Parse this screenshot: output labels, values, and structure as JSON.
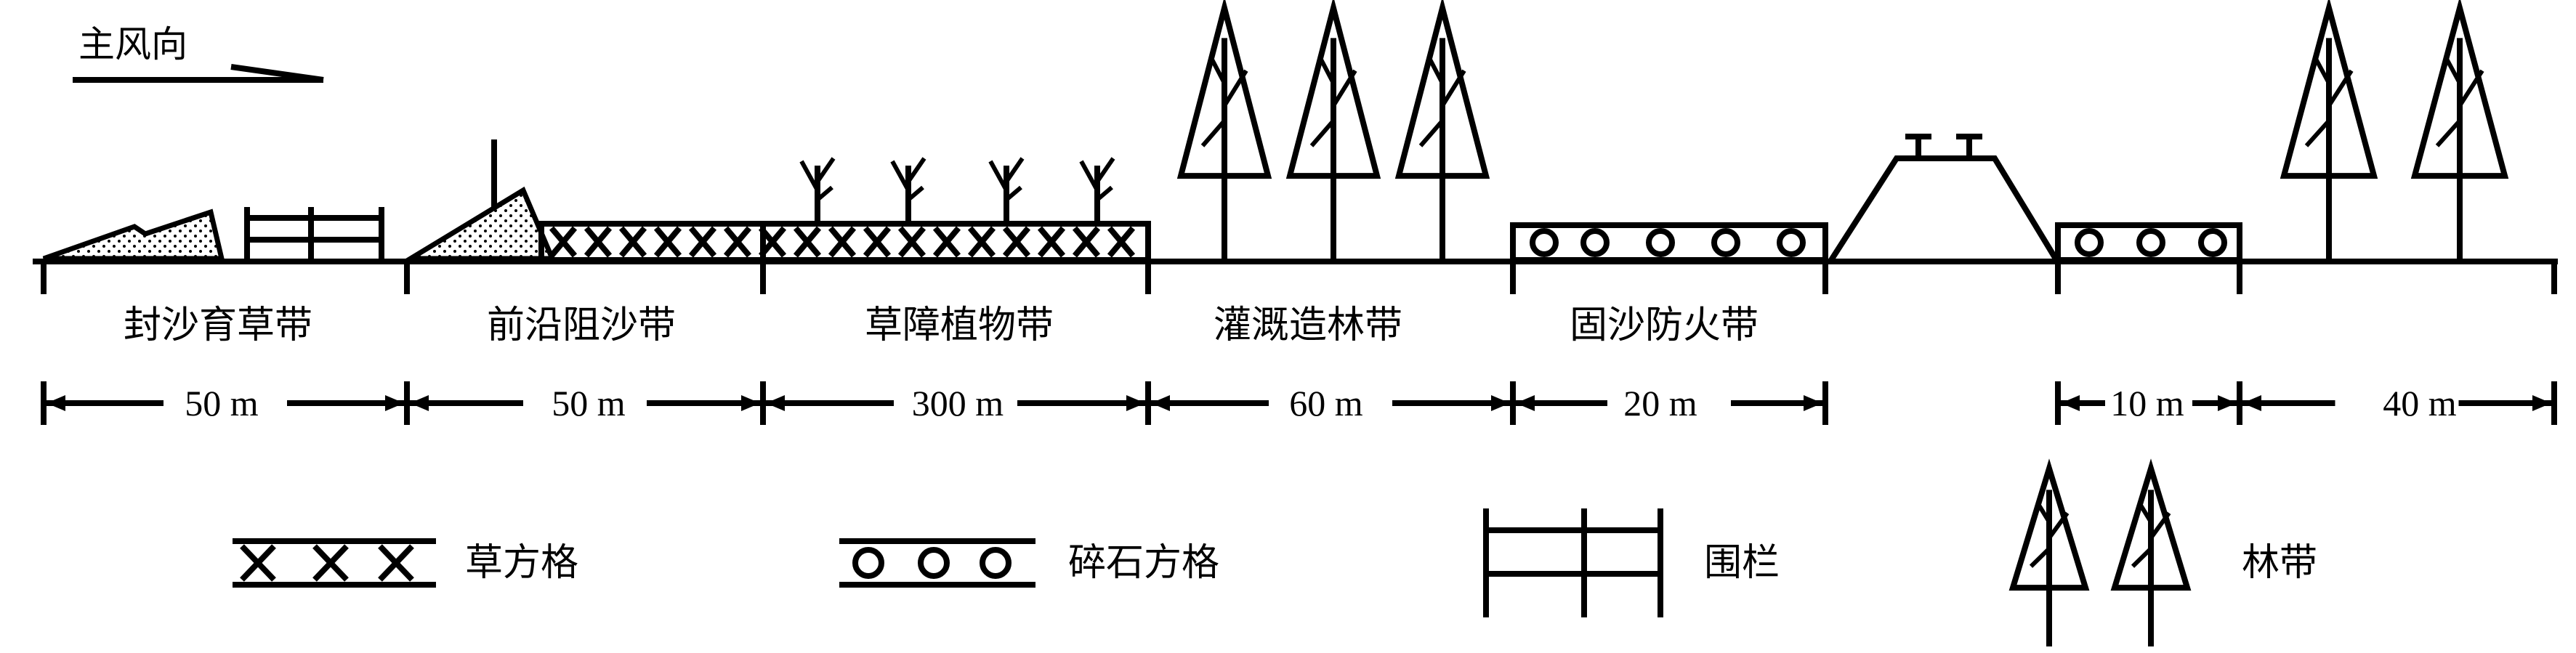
{
  "wind": {
    "label": "主风向"
  },
  "zones": [
    {
      "name": "封沙育草带",
      "width": "50 m"
    },
    {
      "name": "前沿阻沙带",
      "width": "50 m"
    },
    {
      "name": "草障植物带",
      "width": "300 m"
    },
    {
      "name": "灌溉造林带",
      "width": "60 m"
    },
    {
      "name": "固沙防火带",
      "width": "20 m"
    },
    {
      "name": "",
      "width": "10 m"
    },
    {
      "name": "",
      "width": "40 m"
    }
  ],
  "legend": [
    {
      "icon": "grass-grid-icon",
      "label": "草方格"
    },
    {
      "icon": "gravel-grid-icon",
      "label": "碎石方格"
    },
    {
      "icon": "fence-icon",
      "label": "围栏"
    },
    {
      "icon": "tree-belt-icon",
      "label": "林带"
    }
  ]
}
